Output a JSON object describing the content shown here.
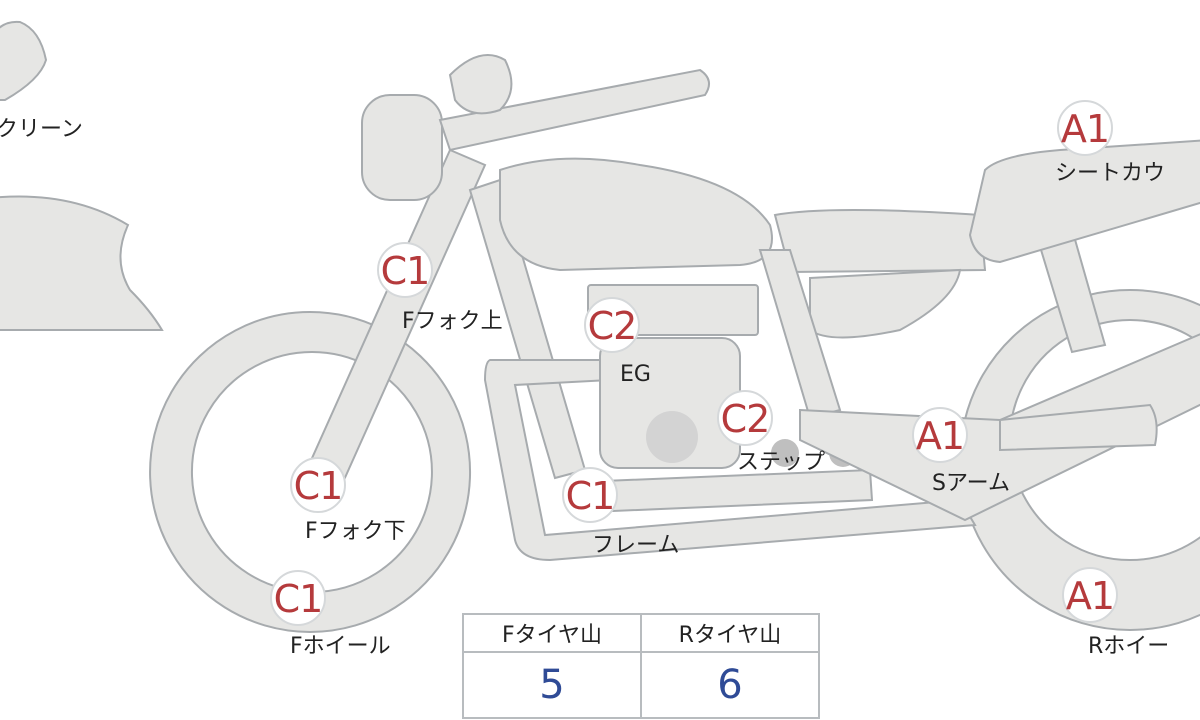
{
  "parts": {
    "screen": {
      "label": "クリーン"
    },
    "fork_upper": {
      "grade": "C1",
      "label": "Fフォク上"
    },
    "engine": {
      "grade": "C2",
      "label": "EG"
    },
    "step": {
      "grade": "C2",
      "label": "ステップ"
    },
    "fork_lower": {
      "grade": "C1",
      "label": "Fフォク下"
    },
    "frame": {
      "grade": "C1",
      "label": "フレーム"
    },
    "front_wheel": {
      "grade": "C1",
      "label": "Fホイール"
    },
    "seat_cowl": {
      "grade": "A1",
      "label": "シートカウ"
    },
    "swing_arm": {
      "grade": "A1",
      "label": "Sアーム"
    },
    "rear_wheel": {
      "grade": "A1",
      "label": "Rホイー"
    }
  },
  "tire_table": {
    "headers": [
      "Fタイヤ山",
      "Rタイヤ山"
    ],
    "values": [
      "5",
      "6"
    ]
  },
  "colors": {
    "grade": "#b53a3c",
    "value": "#2f4b96",
    "part_fill": "#e6e6e4"
  }
}
